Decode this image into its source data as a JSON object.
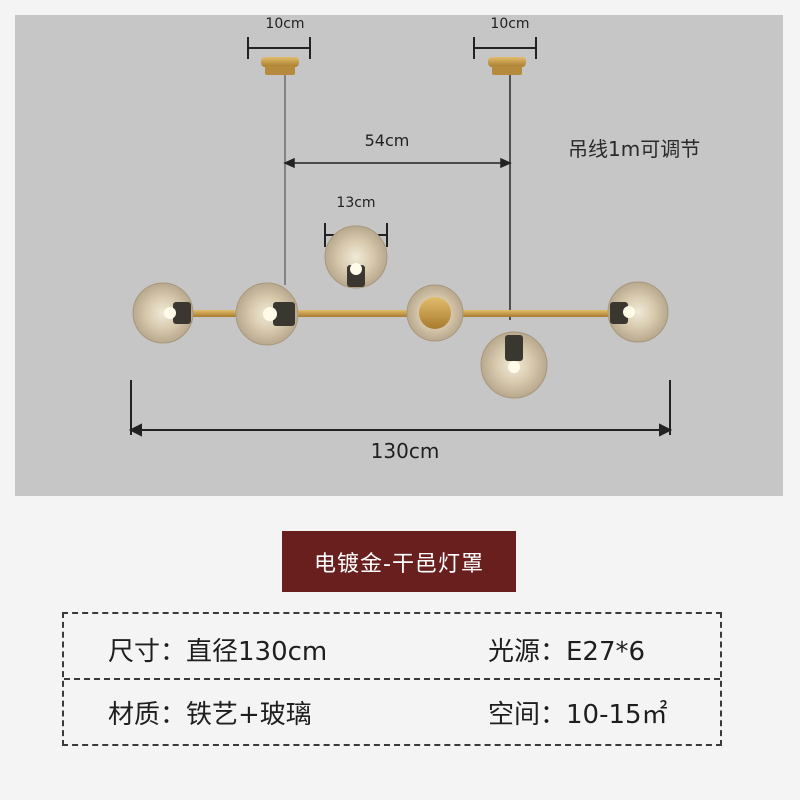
{
  "product": {
    "dimensions": {
      "canopy_left": "10cm",
      "canopy_right": "10cm",
      "canopy_spacing": "54cm",
      "globe_diameter": "13cm",
      "total_length": "130cm"
    },
    "note": "吊线1m可调节",
    "variant_label": "电镀金-干邑灯罩"
  },
  "specs": {
    "size": "尺寸：直径130cm",
    "light_source": "光源：E27*6",
    "material": "材质：铁艺+玻璃",
    "space": "空间：10-15㎡"
  },
  "colors": {
    "photo_background": "#c6c6c6",
    "brass": "#c99a48",
    "variant_badge": "#6a1f1f"
  },
  "icons": {
    "lamp": "branch-pendant-lamp-illustration"
  }
}
